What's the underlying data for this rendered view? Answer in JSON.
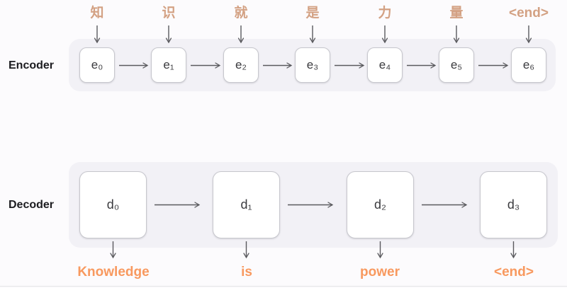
{
  "encoder": {
    "label": "Encoder",
    "input_tokens": [
      "知",
      "识",
      "就",
      "是",
      "力",
      "量",
      "<end>"
    ],
    "cells": [
      "e₀",
      "e₁",
      "e₂",
      "e₃",
      "e₄",
      "e₅",
      "e₆"
    ]
  },
  "decoder": {
    "label": "Decoder",
    "cells": [
      "d₀",
      "d₁",
      "d₂",
      "d₃"
    ],
    "output_tokens": [
      "Knowledge",
      "is",
      "power",
      "<end>"
    ]
  },
  "colors": {
    "input_token_text": "#d3a183",
    "output_token_text": "#f8995f",
    "container_background": "#f2f1f6",
    "cell_background": "#ffffff",
    "cell_border": "#c7c7cd",
    "cell_text": "#3a3a3e",
    "arrow": "#5a5a5e",
    "section_label_text": "#1c1c20",
    "page_background": "#fcfbfd"
  }
}
